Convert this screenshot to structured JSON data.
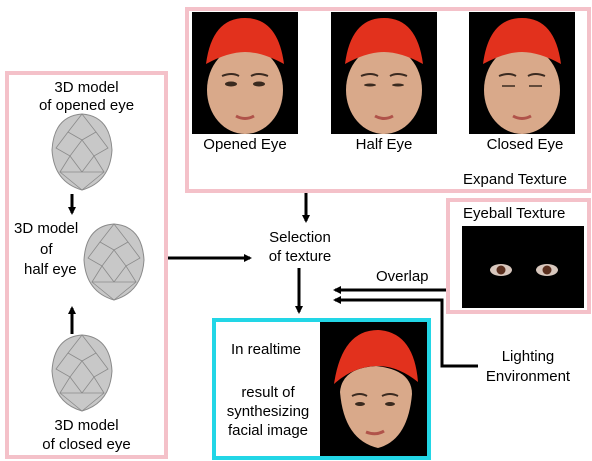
{
  "expand_texture": {
    "title": "Expand Texture",
    "items": [
      {
        "label": "Opened Eye"
      },
      {
        "label": "Half Eye"
      },
      {
        "label": "Closed Eye"
      }
    ]
  },
  "models": {
    "opened": {
      "line1": "3D model",
      "line2": "of opened eye"
    },
    "half": {
      "line1": "3D model",
      "line2": "of",
      "line3": "half eye"
    },
    "closed": {
      "line1": "3D model",
      "line2": "of closed eye"
    }
  },
  "selection": {
    "line1": "Selection",
    "line2": "of texture"
  },
  "eyeball": {
    "title": "Eyeball Texture"
  },
  "overlap": {
    "label": "Overlap"
  },
  "lighting": {
    "line1": "Lighting",
    "line2": "Environment"
  },
  "result": {
    "realtime": "In realtime",
    "line1": "result of",
    "line2": "synthesizing",
    "line3": "facial image"
  },
  "colors": {
    "pink_border": "#f4c1c9",
    "cyan_border": "#22d6e6",
    "hat": "#e2311d",
    "skin": "#d9a98a",
    "mesh": "#c8c8c8"
  }
}
